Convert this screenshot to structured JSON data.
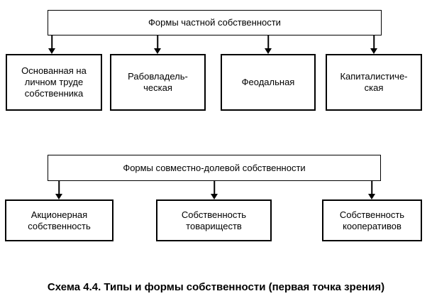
{
  "colors": {
    "background": "#ffffff",
    "line": "#000000",
    "text": "#000000"
  },
  "diagram_top": {
    "root_label": "Формы частной собственности",
    "children": [
      {
        "label": "Основанная на\nличном труде\nсобственника"
      },
      {
        "label": "Рабовладель-\nческая"
      },
      {
        "label": "Феодальная"
      },
      {
        "label": "Капиталистиче-\nская"
      }
    ]
  },
  "diagram_bottom": {
    "root_label": "Формы совместно-долевой собственности",
    "children": [
      {
        "label": "Акционерная\nсобственность"
      },
      {
        "label": "Собственность\nтовариществ"
      },
      {
        "label": "Собственность\nкооперативов"
      }
    ]
  },
  "caption": "Схема 4.4. Типы и формы собственности (первая точка зрения)"
}
